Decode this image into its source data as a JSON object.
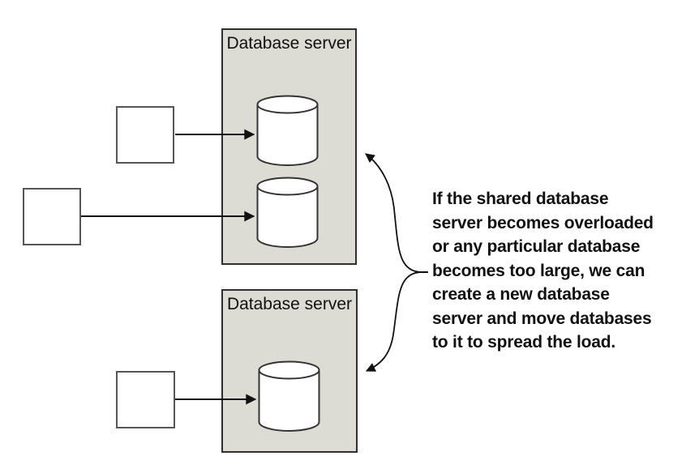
{
  "colors": {
    "background": "#ffffff",
    "server_box_fill": "#dcdcd5",
    "server_box_border": "#2f2f2f",
    "client_box_border": "#555555",
    "line_color": "#111111",
    "text_color": "#111111"
  },
  "server_boxes": [
    {
      "label": "Database server",
      "cylinder_count": 2
    },
    {
      "label": "Database server",
      "cylinder_count": 1
    }
  ],
  "client_boxes": {
    "count": 3
  },
  "icons": {
    "cylinder": "database-cylinder-icon",
    "arrow": "arrow-right-icon",
    "curved_arrow": "curved-arrow-icon"
  },
  "annotation": {
    "text": "If the shared database\nserver becomes overloaded\nor any particular database\nbecomes too large, we can\ncreate a new database\nserver and move databases\nto it to spread the load."
  }
}
